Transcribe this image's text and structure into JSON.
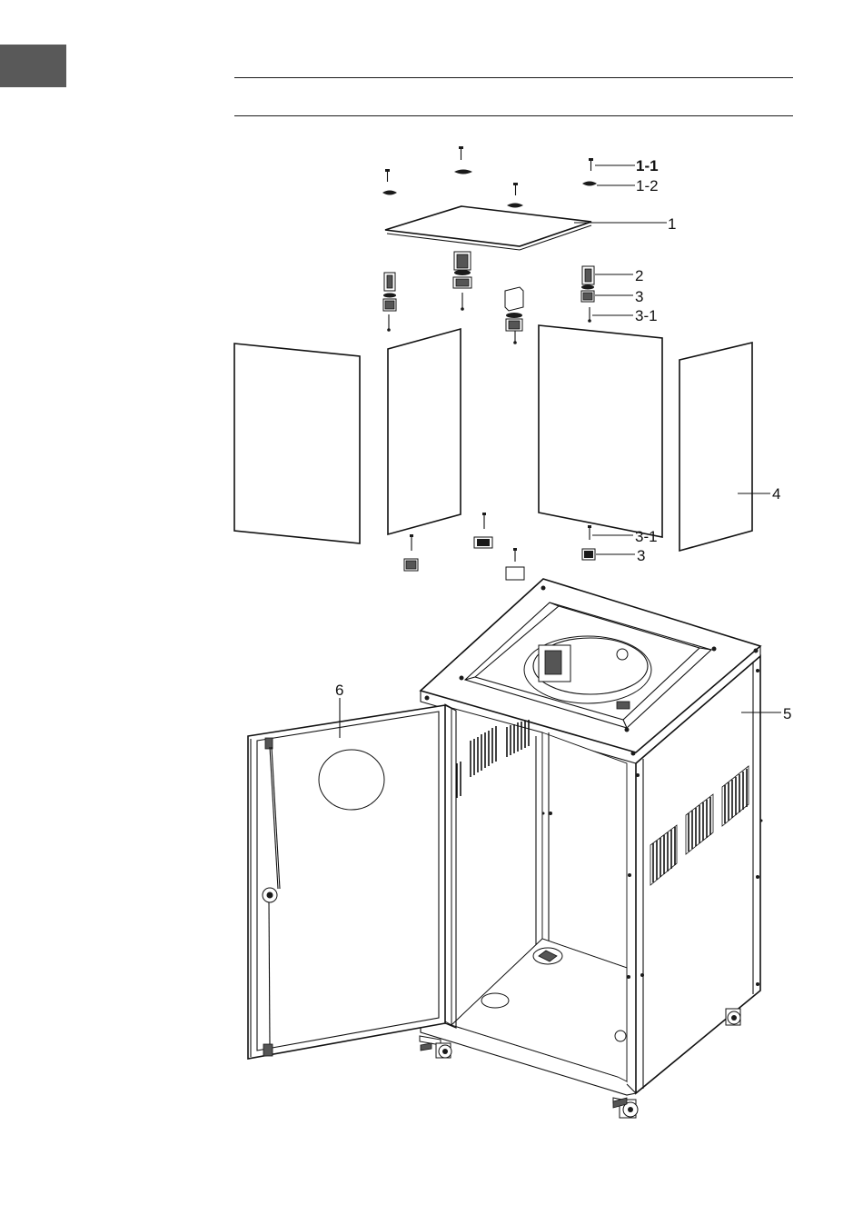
{
  "header_tab": {
    "color": "#595959"
  },
  "callouts": {
    "c1_1": "1-1",
    "c1_2": "1-2",
    "c1": "1",
    "c2": "2",
    "c3_top": "3",
    "c3_1_top": "3-1",
    "c4": "4",
    "c3_1_bottom": "3-1",
    "c3_bottom": "3",
    "c5": "5",
    "c6": "6"
  }
}
